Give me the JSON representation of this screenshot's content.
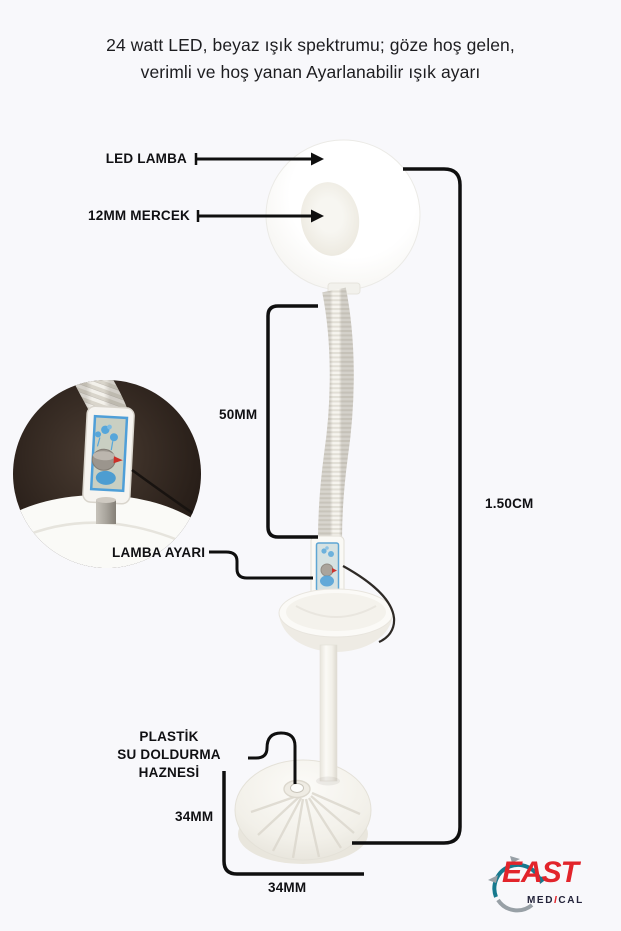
{
  "title": {
    "line1": "24 watt LED, beyaz ışık spektrumu; göze hoş gelen,",
    "line2": "verimli ve hoş yanan Ayarlanabilir ışık ayarı"
  },
  "labels": {
    "led_lamp": "LED LAMBA",
    "lens": "12MM MERCEK",
    "neck_length": "50MM",
    "total_height": "1.50CM",
    "lamp_adjust": "LAMBA AYARI",
    "reservoir_line1": "PLASTİK",
    "reservoir_line2": "SU DOLDURMA HAZNESİ",
    "base_height": "34MM",
    "base_width": "34MM"
  },
  "logo": {
    "east": "EAST",
    "med": "MED",
    "i": "I",
    "cal": "CAL"
  },
  "colors": {
    "background": "#f8f8fb",
    "annotation_line": "#0f0f0f",
    "label_text": "#101013",
    "control_label_blue": "#4f9fd8",
    "logo_red": "#e2242b",
    "logo_teal": "#17798e",
    "logo_gray": "#98a0a6"
  }
}
